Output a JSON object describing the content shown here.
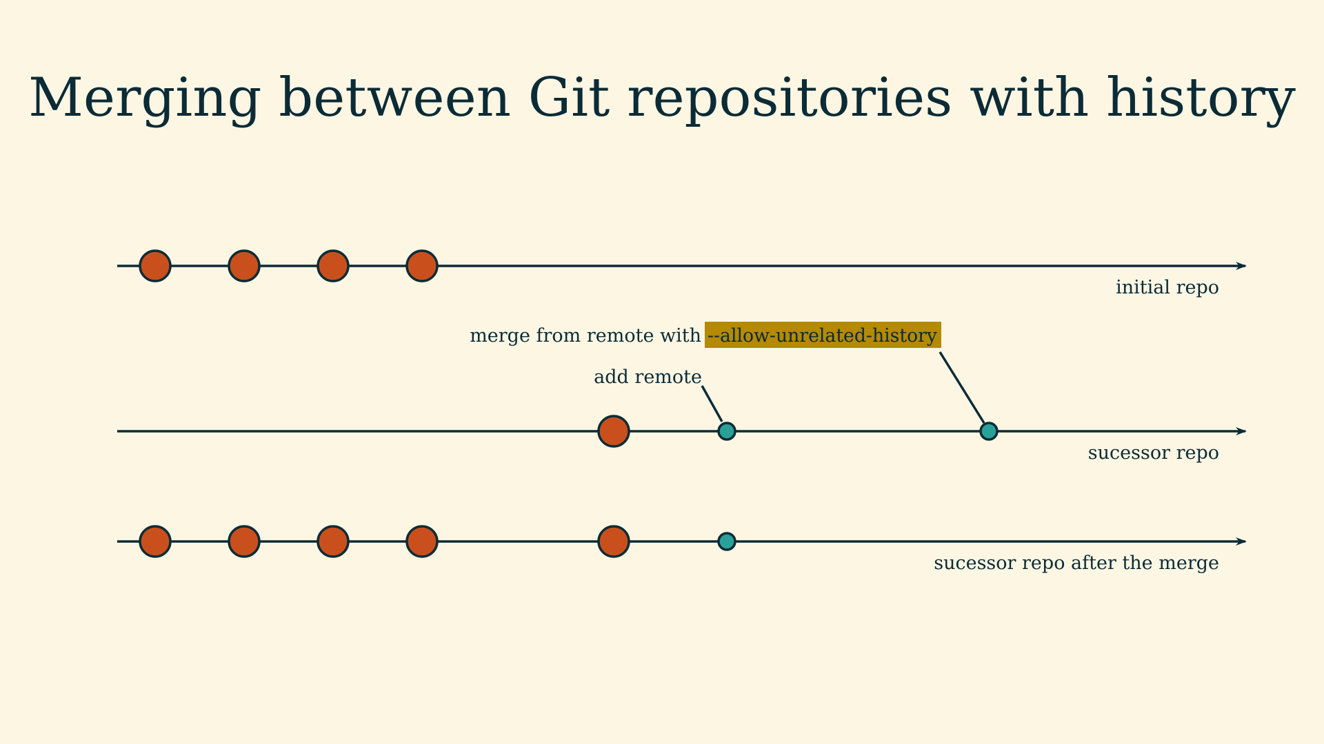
{
  "title": "Merging between Git repositories with history",
  "colors": {
    "background": "#fdf6e3",
    "ink": "#0b2b36",
    "commit_original": "#c9501c",
    "commit_new": "#2aa198",
    "highlight": "#b58900"
  },
  "timelines": [
    {
      "id": "initial",
      "label": "initial repo",
      "commits": [
        {
          "kind": "original",
          "index": 1
        },
        {
          "kind": "original",
          "index": 2
        },
        {
          "kind": "original",
          "index": 3
        },
        {
          "kind": "original",
          "index": 4
        }
      ]
    },
    {
      "id": "successor",
      "label": "sucessor repo",
      "commits": [
        {
          "kind": "original",
          "index": 5
        },
        {
          "kind": "new",
          "index": 6,
          "annotation": "add remote"
        },
        {
          "kind": "new",
          "index": 7,
          "annotation": "merge from remote with"
        }
      ]
    },
    {
      "id": "merged",
      "label": "sucessor repo after the merge",
      "commits": [
        {
          "kind": "original",
          "index": 1
        },
        {
          "kind": "original",
          "index": 2
        },
        {
          "kind": "original",
          "index": 3
        },
        {
          "kind": "original",
          "index": 4
        },
        {
          "kind": "original",
          "index": 5
        },
        {
          "kind": "new",
          "index": 6
        }
      ]
    }
  ],
  "annotations": {
    "add_remote": "add remote",
    "merge_prefix": "merge from remote with",
    "merge_flag": "--allow-unrelated-history"
  }
}
